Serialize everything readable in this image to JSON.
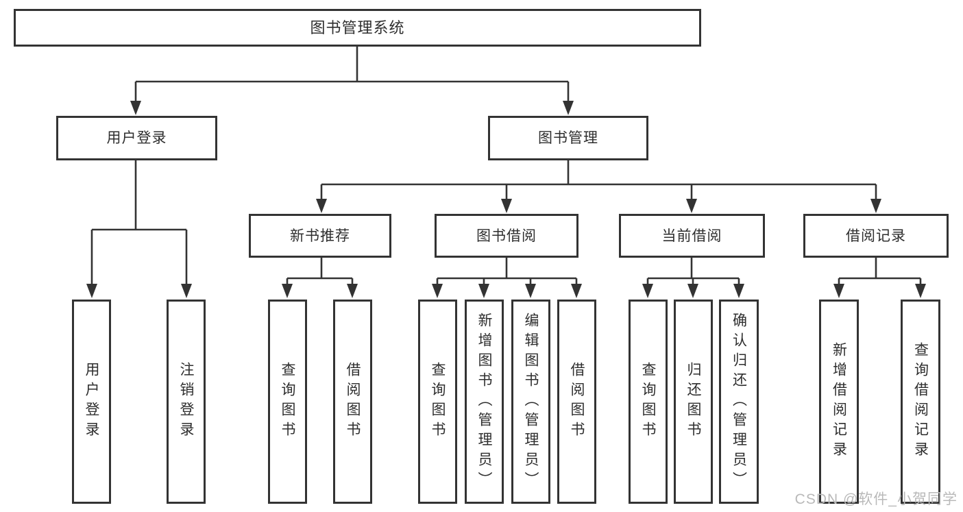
{
  "colors": {
    "background": "#ffffff",
    "line": "#333333",
    "border": "#333333",
    "text": "#2e2e2e",
    "watermark": "#b9b9b9"
  },
  "watermark": {
    "text": "CSDN @软件_小贺同学"
  },
  "diagram": {
    "type": "tree",
    "root": {
      "label": "图书管理系统"
    },
    "level1": [
      {
        "label": "用户登录",
        "children": [
          {
            "label": "用户登录"
          },
          {
            "label": "注销登录"
          }
        ]
      },
      {
        "label": "图书管理",
        "children": [
          {
            "label": "新书推荐",
            "children": [
              {
                "label": "查询图书"
              },
              {
                "label": "借阅图书"
              }
            ]
          },
          {
            "label": "图书借阅",
            "children": [
              {
                "label": "查询图书"
              },
              {
                "label": "新增图书（管理员）"
              },
              {
                "label": "编辑图书（管理员）"
              },
              {
                "label": "借阅图书"
              }
            ]
          },
          {
            "label": "当前借阅",
            "children": [
              {
                "label": "查询图书"
              },
              {
                "label": "归还图书"
              },
              {
                "label": "确认归还（管理员）"
              }
            ]
          },
          {
            "label": "借阅记录",
            "children": [
              {
                "label": "新增借阅记录"
              },
              {
                "label": "查询借阅记录"
              }
            ]
          }
        ]
      }
    ]
  }
}
